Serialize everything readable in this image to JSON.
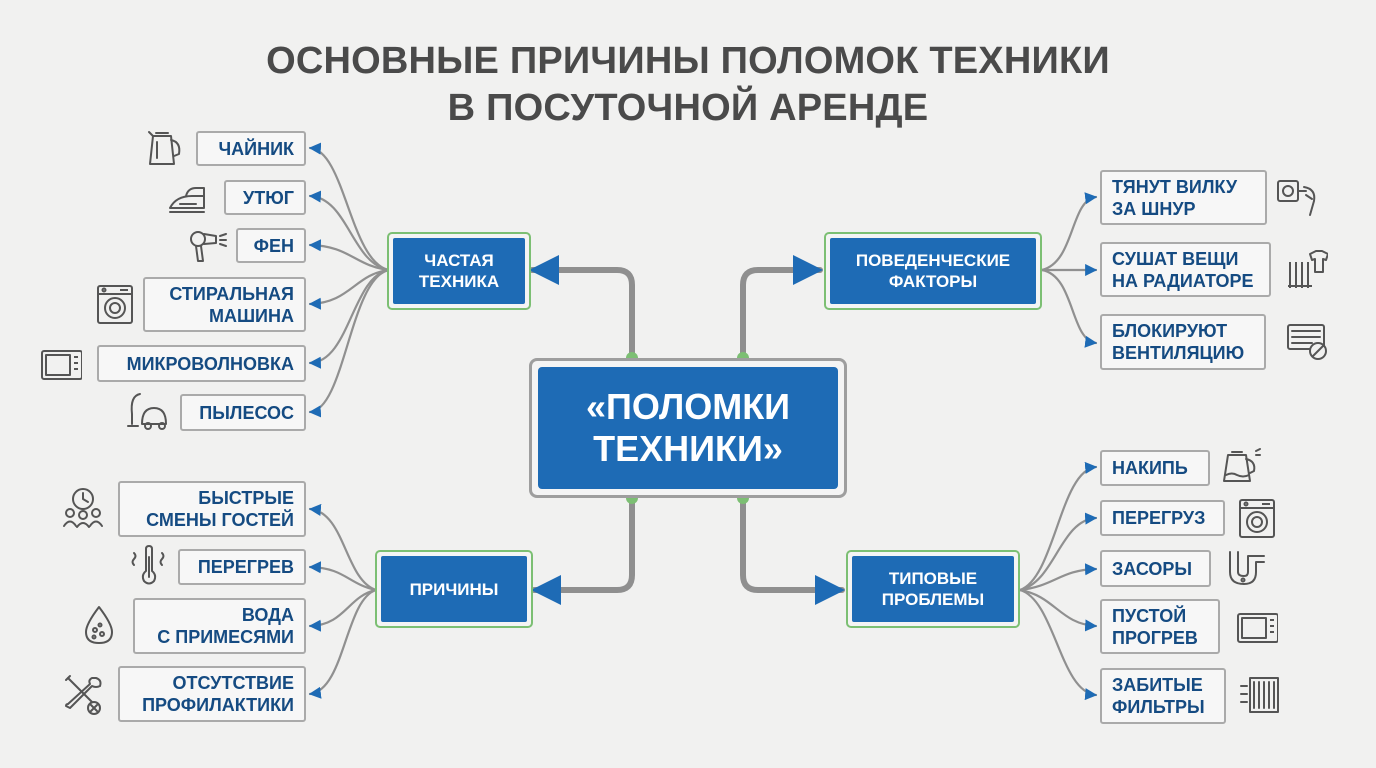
{
  "title": {
    "line1": "ОСНОВНЫЕ ПРИЧИНЫ ПОЛОМОК ТЕХНИКИ",
    "line2": "В ПОСУТОЧНОЙ АРЕНДЕ"
  },
  "center": {
    "line1": "«ПОЛОМКИ",
    "line2": "ТЕХНИКИ»"
  },
  "categories": {
    "frequent": {
      "line1": "ЧАСТАЯ",
      "line2": "ТЕХНИКА"
    },
    "behavioral": {
      "line1": "ПОВЕДЕНЧЕСКИЕ",
      "line2": "ФАКТОРЫ"
    },
    "causes": {
      "line1": "ПРИЧИНЫ"
    },
    "typical": {
      "line1": "ТИПОВЫЕ",
      "line2": "ПРОБЛЕМЫ"
    }
  },
  "frequent_items": [
    {
      "line1": "ЧАЙНИК",
      "icon": "kettle-icon"
    },
    {
      "line1": "УТЮГ",
      "icon": "iron-icon"
    },
    {
      "line1": "ФЕН",
      "icon": "hair-dryer-icon"
    },
    {
      "line1": "СТИРАЛЬНАЯ",
      "line2": "МАШИНА",
      "icon": "washing-machine-icon"
    },
    {
      "line1": "МИКРОВОЛНОВКА",
      "icon": "microwave-icon"
    },
    {
      "line1": "ПЫЛЕСОС",
      "icon": "vacuum-cleaner-icon"
    }
  ],
  "behavioral_items": [
    {
      "line1": "ТЯНУТ ВИЛКУ",
      "line2": "ЗА ШНУР",
      "icon": "plug-pull-icon"
    },
    {
      "line1": "СУШАТ ВЕЩИ",
      "line2": "НА РАДИАТОРЕ",
      "icon": "radiator-clothes-icon"
    },
    {
      "line1": "БЛОКИРУЮТ",
      "line2": "ВЕНТИЛЯЦИЮ",
      "icon": "blocked-vent-icon"
    }
  ],
  "cause_items": [
    {
      "line1": "БЫСТРЫЕ",
      "line2": "СМЕНЫ ГОСТЕЙ",
      "icon": "guests-clock-icon"
    },
    {
      "line1": "ПЕРЕГРЕВ",
      "icon": "thermometer-icon"
    },
    {
      "line1": "ВОДА",
      "line2": "С ПРИМЕСЯМИ",
      "icon": "water-drop-icon"
    },
    {
      "line1": "ОТСУТСТВИЕ",
      "line2": "ПРОФИЛАКТИКИ",
      "icon": "tools-off-icon"
    }
  ],
  "typical_items": [
    {
      "line1": "НАКИПЬ",
      "icon": "kettle-scale-icon"
    },
    {
      "line1": "ПЕРЕГРУЗ",
      "icon": "washing-machine-icon"
    },
    {
      "line1": "ЗАСОРЫ",
      "icon": "pipe-icon"
    },
    {
      "line1": "ПУСТОЙ",
      "line2": "ПРОГРЕВ",
      "icon": "microwave-icon"
    },
    {
      "line1": "ЗАБИТЫЕ",
      "line2": "ФИЛЬТРЫ",
      "icon": "filter-icon"
    }
  ],
  "colors": {
    "box_blue": "#1e6bb5",
    "leaf_text": "#154b82",
    "category_outline": "#7cbf73",
    "arrow_blue": "#1e6bb5",
    "connector_gray": "#909090",
    "title_gray": "#4a4a4a",
    "background": "#f1f1f0"
  }
}
